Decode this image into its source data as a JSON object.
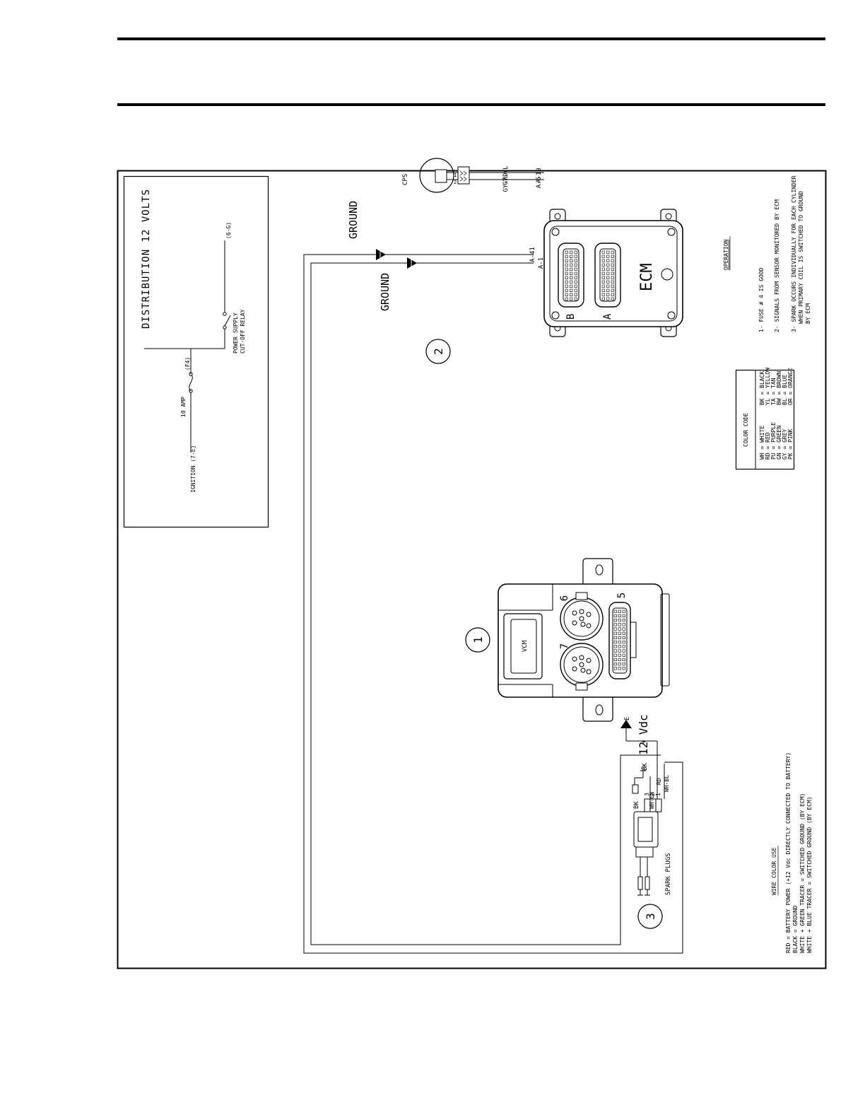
{
  "distribution": {
    "title": "DISTRIBUTION 12 VOLTS",
    "ignition_label": "IGNITION (7-E)",
    "fuse_rating": "10 AMP",
    "fuse_id": "(F4)",
    "relay_label_line1": "POWER SUPPLY",
    "relay_label_line2": "CUT-OFF RELAY",
    "output_label": "(6-G)"
  },
  "ground_labels": [
    "GROUND",
    "GROUND"
  ],
  "ecm": {
    "label": "ECM",
    "connector_a": "A",
    "connector_b": "B",
    "ground_pins": [
      "A-1",
      "A-41"
    ]
  },
  "cps": {
    "label": "CPS",
    "callout": "2",
    "pin_1": "1",
    "pin_2": "2",
    "wire_1_pin": "A-19",
    "wire_1_color": "GY-YL",
    "wire_2_pin": "A-5",
    "wire_2_color": "GY-RD"
  },
  "vcm": {
    "label": "VCM",
    "callout": "1",
    "connector_5": "5",
    "connector_6": "6",
    "connector_7": "7"
  },
  "power": {
    "ref": "7-E",
    "voltage": "12 Vdc",
    "plus": "+"
  },
  "ignition_coil": {
    "callout": "3",
    "spark_plugs_label": "SPARK PLUGS",
    "ground_wire": "BK",
    "ground_wire_2": "BK",
    "pin_3": "3",
    "pin_2": "2",
    "pin_1": "1",
    "wire_3": "WH-GN",
    "wire_2": "RD",
    "wire_1": "WH-BL"
  },
  "color_code": {
    "title": "COLOR CODE",
    "rows": [
      "WH = WHITE      BK = BLACK",
      "RD = RED        YL = YELLOW",
      "PU = PURPLE     TA = TAN",
      "GN = GREEN      BW = BROWN",
      "GY = GREY       BL = BLUE",
      "PK = PINK       OR = ORANGE"
    ]
  },
  "operation": {
    "title": "OPERATION",
    "notes": [
      "1- FUSE # 4 IS GOOD",
      "2- SIGNALS FROM SENSOR  MONITORED BY ECM",
      "3- SPARK OCCURS INDIVIDUALLY FOR EACH CYLINDER",
      "WHEN PRIMARY COIL IS SWITCHED TO GROUND",
      "BY ECM"
    ]
  },
  "wire_color_use": {
    "title": "WIRE COLOR USE",
    "lines": [
      "RED = BATTERY POWER (+12 Vdc DIRECTLY CONNECTED TO BATTERY)",
      "BLACK = GROUND",
      "WHITE + GREEN TRACER = SWITCHED GROUND (BY ECM)",
      "WHITE + BLUE TRACER = SWITCHED GROUND (BY ECM)"
    ]
  }
}
